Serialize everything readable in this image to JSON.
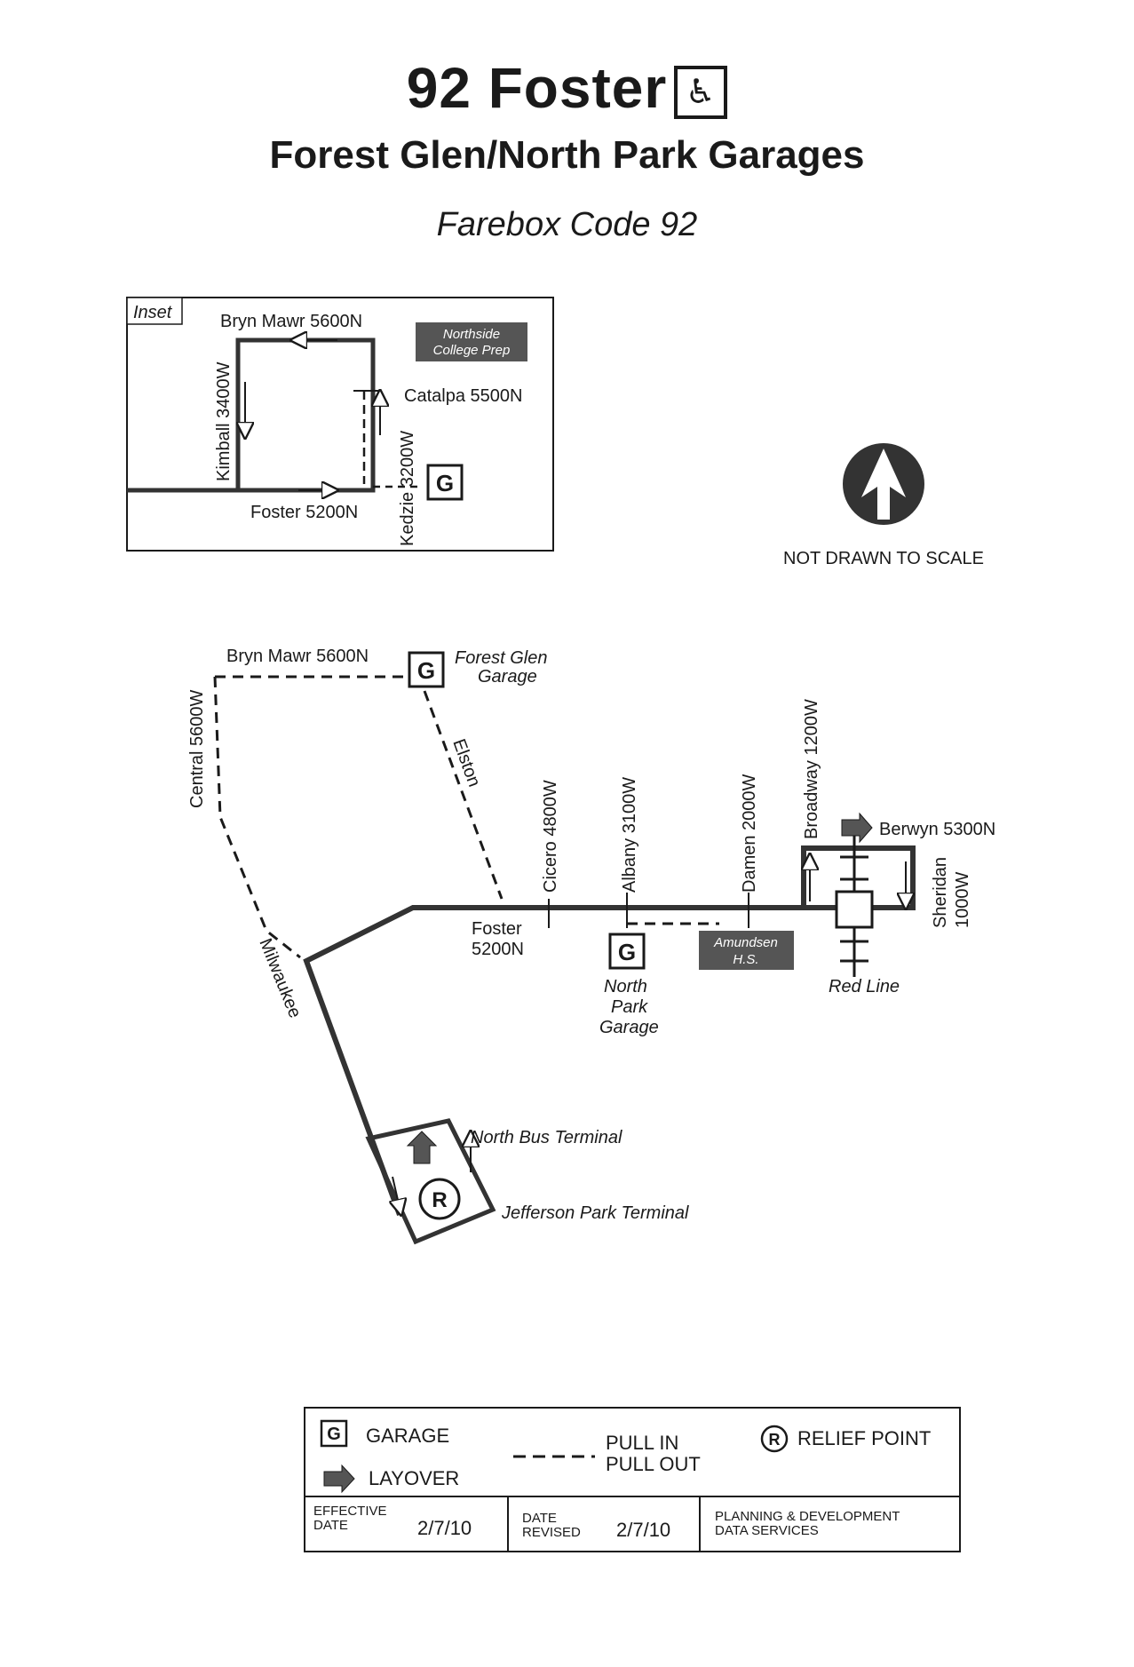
{
  "header": {
    "route": "92 Foster",
    "garages": "Forest Glen/North Park Garages",
    "farebox": "Farebox Code 92"
  },
  "inset": {
    "tag": "Inset",
    "bryn_mawr": "Bryn Mawr 5600N",
    "northside": [
      "Northside",
      "College Prep"
    ],
    "catalpa": "Catalpa 5500N",
    "kimball": "Kimball 3400W",
    "kedzie": "Kedzie 3200W",
    "foster": "Foster 5200N",
    "garage_letter": "G"
  },
  "compass": {
    "scale_note": "NOT DRAWN TO SCALE"
  },
  "main_map": {
    "bryn_mawr": "Bryn Mawr 5600N",
    "forest_glen": [
      "Forest Glen",
      "Garage"
    ],
    "central": "Central 5600W",
    "elston": "Elston",
    "milwaukee": "Milwaukee",
    "foster": [
      "Foster",
      "5200N"
    ],
    "cicero": "Cicero 4800W",
    "albany": "Albany 3100W",
    "damen": "Damen 2000W",
    "broadway": "Broadway 1200W",
    "berwyn": "Berwyn 5300N",
    "sheridan": [
      "Sheridan",
      "1000W"
    ],
    "amundsen": [
      "Amundsen",
      "H.S."
    ],
    "north_park": [
      "North",
      "Park",
      "Garage"
    ],
    "red_line": "Red Line",
    "north_bus_terminal": "North Bus Terminal",
    "jefferson_park": "Jefferson Park Terminal",
    "garage_letter": "G",
    "relief_letter": "R"
  },
  "legend": {
    "garage": "GARAGE",
    "layover": "LAYOVER",
    "pull_in": "PULL IN",
    "pull_out": "PULL OUT",
    "relief_point": "RELIEF POINT",
    "effective_label": [
      "EFFECTIVE",
      "DATE"
    ],
    "effective_date": "2/7/10",
    "revised_label": [
      "DATE",
      "REVISED"
    ],
    "revised_date": "2/7/10",
    "dept": [
      "PLANNING & DEVELOPMENT",
      "DATA SERVICES"
    ]
  }
}
